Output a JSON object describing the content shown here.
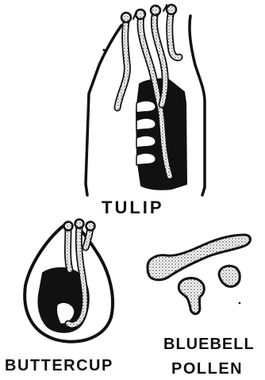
{
  "labels": {
    "tulip": "TULIP",
    "buttercup": "BUTTERCUP",
    "bluebell_line1": "BLUEBELL",
    "bluebell_line2": "POLLEN"
  },
  "colors": {
    "ink": "#111111",
    "paper": "#ffffff"
  }
}
